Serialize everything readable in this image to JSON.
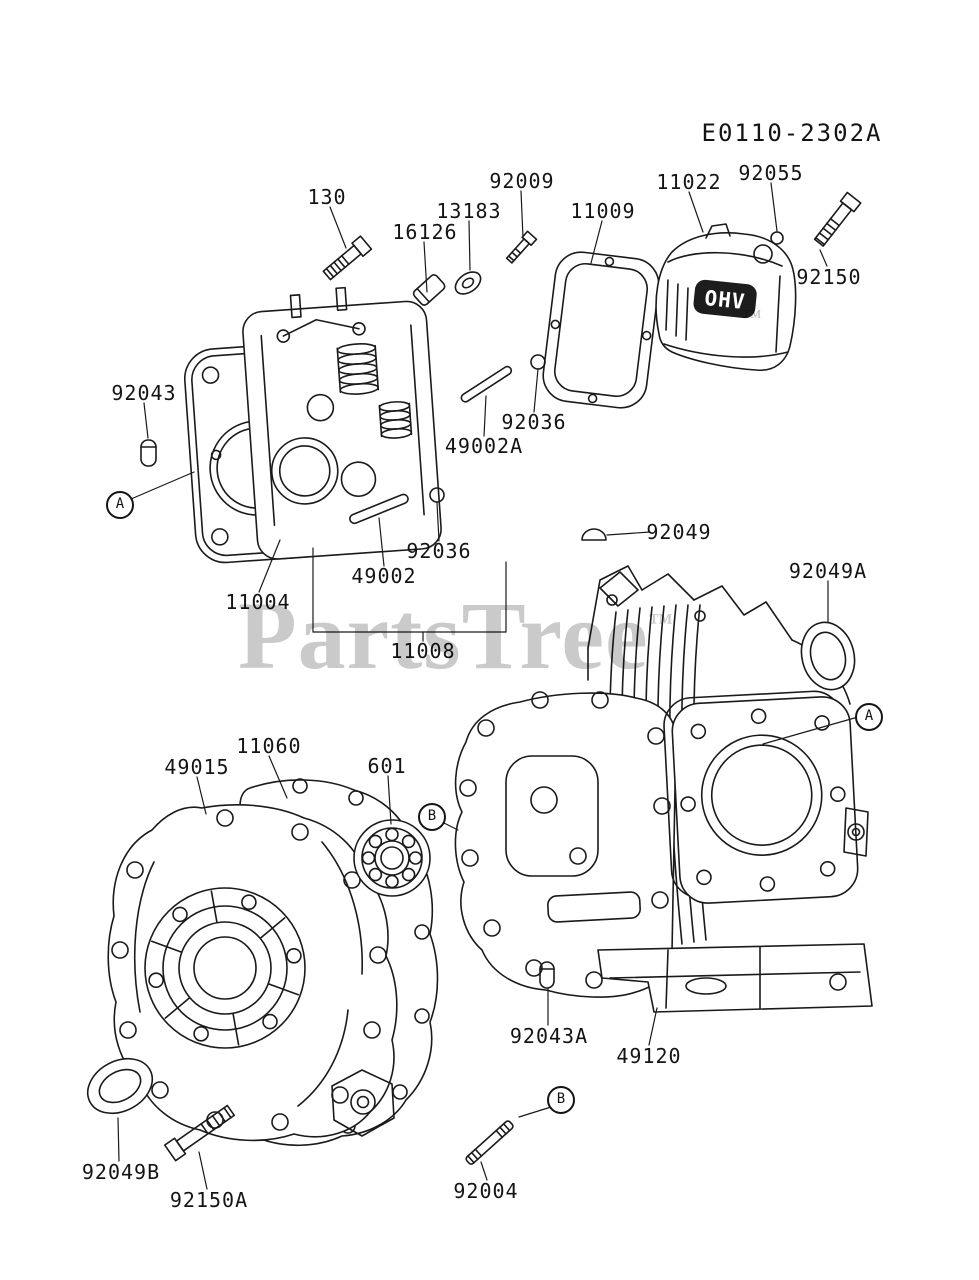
{
  "diagram": {
    "code": "E0110-2302A",
    "watermark_text": "PartsTree",
    "trademark_symbol": "™",
    "valve_cover_logo": "OHV"
  },
  "reference_letters": {
    "a": "A",
    "b": "B"
  },
  "callouts": {
    "p130": "130",
    "p92009": "92009",
    "p13183": "13183",
    "p16126": "16126",
    "p11009": "11009",
    "p11022": "11022",
    "p92055": "92055",
    "p92150": "92150",
    "p92043": "92043",
    "p49002a": "49002A",
    "p92036_upper": "92036",
    "p92036_lower": "92036",
    "p49002": "49002",
    "p11004": "11004",
    "p11008": "11008",
    "p92049": "92049",
    "p92049a": "92049A",
    "p49015": "49015",
    "p11060": "11060",
    "p601": "601",
    "p92043a": "92043A",
    "p49120": "49120",
    "p92049b": "92049B",
    "p92150a": "92150A",
    "p92004": "92004"
  },
  "colors": {
    "line": "#1a1a1a",
    "watermark": "#a9a9a9",
    "background": "#ffffff"
  }
}
